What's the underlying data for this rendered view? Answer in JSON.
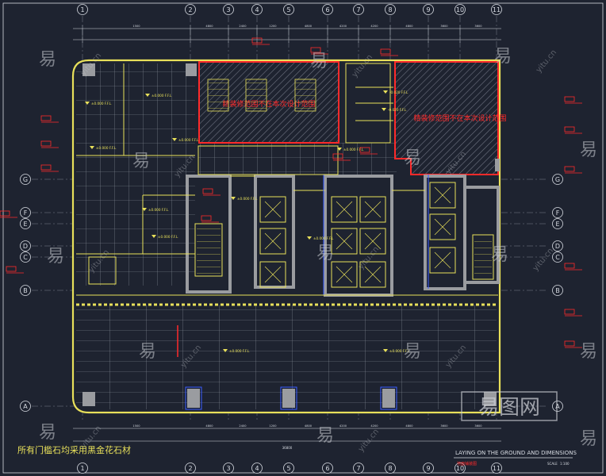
{
  "drawing": {
    "bottom_note": "所有门槛石均采用黑金花石材",
    "title_en": "LAYING ON THE GROUND AND DIMENSIONS",
    "title_cn": "地面铺装图",
    "scale_label": "SCALE",
    "scale_value": "1:100",
    "overall_dimension": "36800",
    "red_zone_label_left": "精装修范围不在本次设计范围",
    "red_zone_label_right": "精装修范围不在本次设计范围"
  },
  "grid": {
    "columns": [
      "1",
      "2",
      "3",
      "4",
      "5",
      "6",
      "7",
      "8",
      "9",
      "10",
      "11"
    ],
    "rows": [
      "G",
      "F",
      "E",
      "D",
      "C",
      "B",
      "A"
    ],
    "top_dims": [
      "1500",
      "4800",
      "2400",
      "1200",
      "4800",
      "4200",
      "4200",
      "4800",
      "3600",
      "3600"
    ],
    "bottom_dims": [
      "1500",
      "4800",
      "2400",
      "1200",
      "4800",
      "4200",
      "4200",
      "4800",
      "3600",
      "3600"
    ]
  },
  "level_marks": [
    "±0.000 F.F.L",
    "±0.000 F.F.L",
    "±0.000 F.F.L",
    "±0.000 F.F.L",
    "-0.020 F.F.L",
    "-0.020 F.F.L",
    "±0.000 F.F.L",
    "±0.000 F.F.L",
    "±0.000 F.F.L",
    "±0.000 F.F.L",
    "±0.000 F.F.L",
    "±0.000 F.F.L",
    "±0.000 F.F.L"
  ],
  "watermark": {
    "brand_cn": "易",
    "brand_url": "yitu.cn",
    "logo_text": "易图网"
  },
  "colors": {
    "background": "#1e2330",
    "wall_yellow": "#e8e05a",
    "tile_grid": "#8f95a0",
    "red_boundary": "#ff2a2a",
    "core_grey": "#9a9ca0",
    "axis_white": "#d7dbe2",
    "blue_line": "#3b5cff"
  }
}
